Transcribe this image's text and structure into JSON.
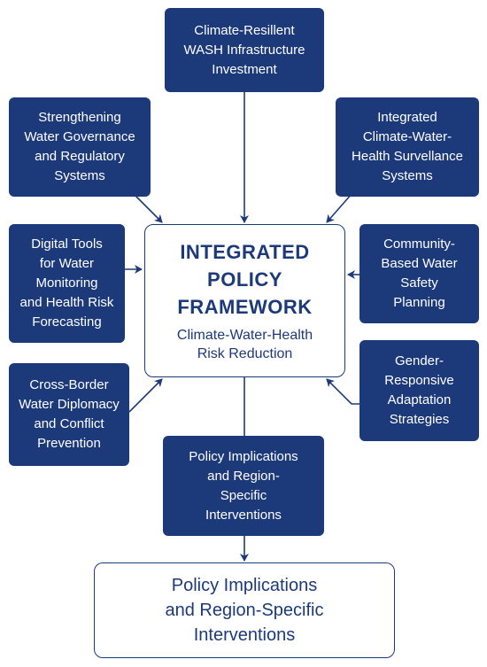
{
  "colors": {
    "primary": "#1c3a7a",
    "background": "#ffffff"
  },
  "center": {
    "title": "INTEGRATED\nPOLICY\nFRAMEWORK",
    "subtitle": "Climate-Water-Health\nRisk Reduction"
  },
  "nodes": {
    "top": "Climate-Resillent\nWASH Infrastructure\nInvestment",
    "upper_left": "Strengthening\nWater Governance\nand Regulatory\nSystems",
    "upper_right": "Integrated\nClimate-Water-\nHealth Survellance\nSystems",
    "mid_left": "Digital Tools\nfor Water\nMonitoring\nand Health Risk\nForecasting",
    "mid_right": "Community-\nBased Water\nSafety\nPlanning",
    "lower_left": "Cross-Border\nWater Diplomacy\nand Conflict\nPrevention",
    "lower_right": "Gender-\nResponsive\nAdaptation\nStrategies",
    "bottom_inner": "Policy Implications\nand Region-\nSpecific\nInterventions"
  },
  "outcome": "Policy Implications\nand Region-Specific\nInterventions"
}
